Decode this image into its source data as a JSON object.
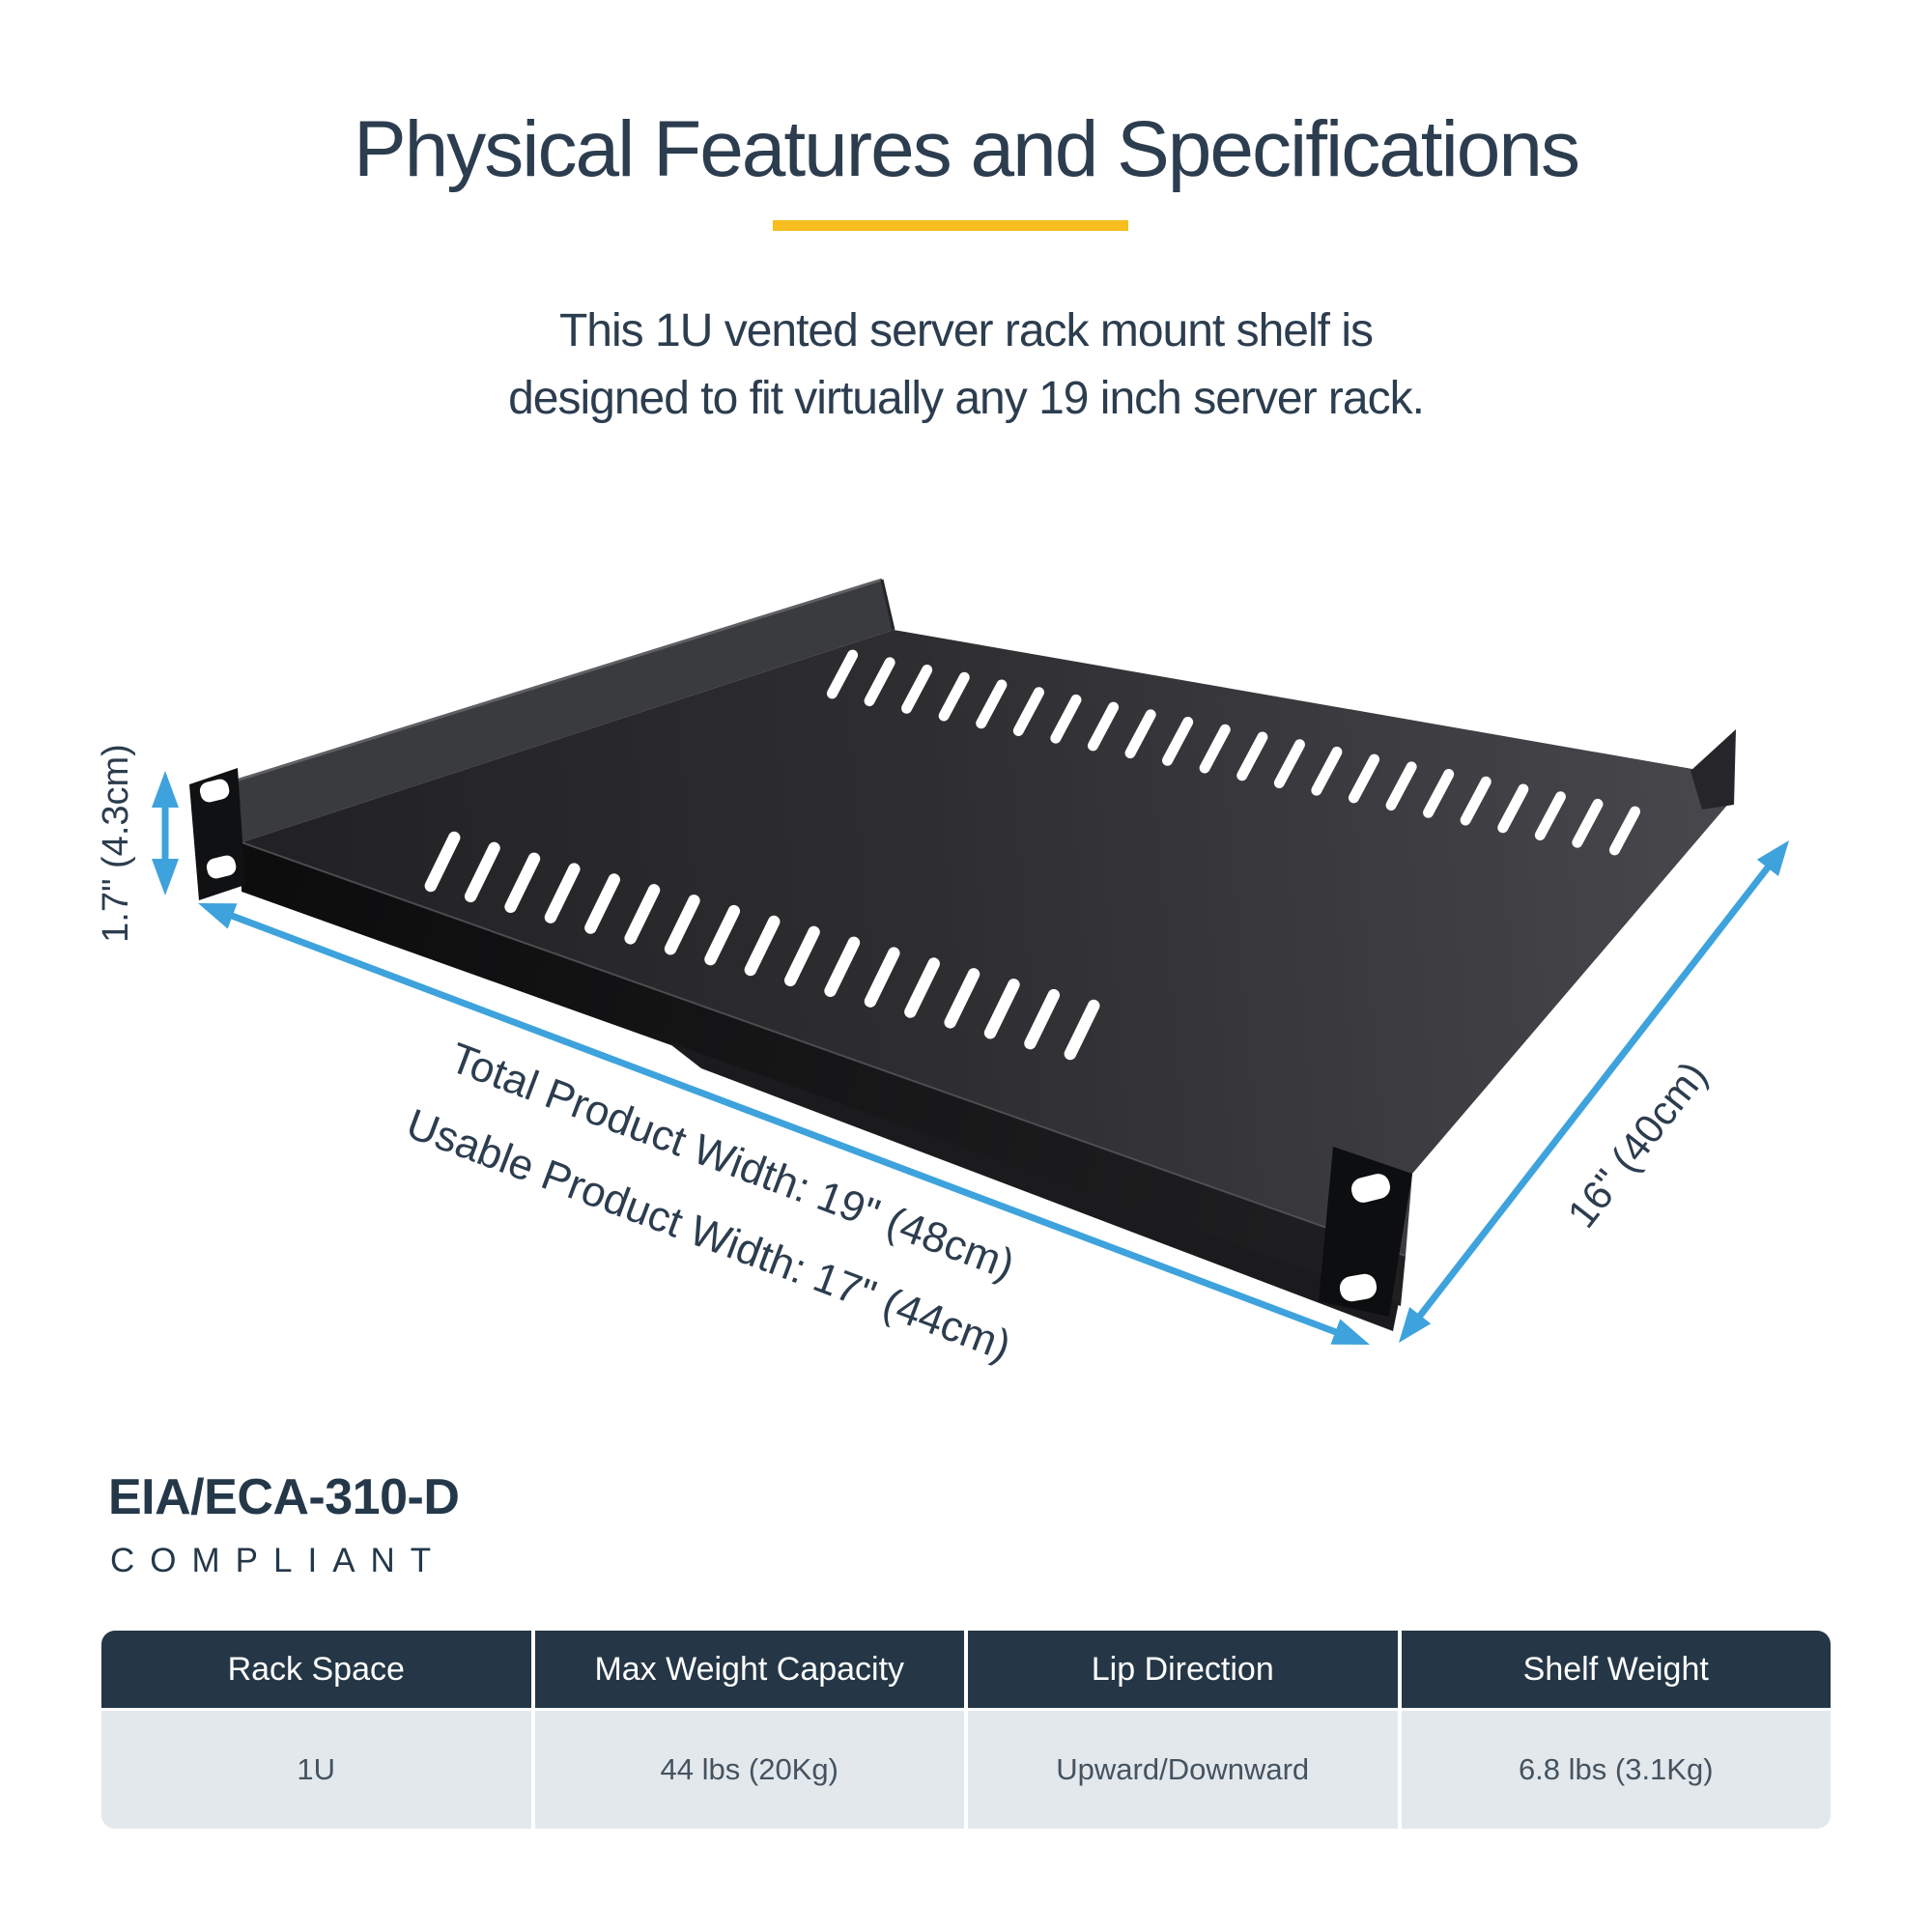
{
  "title": "Physical Features and Specifications",
  "intro": {
    "line1": "This 1U vented server rack mount shelf is",
    "line2": "designed to fit virtually any 19 inch server rack."
  },
  "dimensions": {
    "height": "1.7\" (4.3cm)",
    "total_width": "Total Product Width: 19\" (48cm)",
    "usable_width": "Usable Product Width: 17\" (44cm)",
    "depth": "16\" (40cm)"
  },
  "compliance": {
    "standard": "EIA/ECA-310-D",
    "label": "COMPLIANT"
  },
  "spec_table": {
    "columns": [
      {
        "header": "Rack Space",
        "value": "1U"
      },
      {
        "header": "Max Weight Capacity",
        "value": "44 lbs (20Kg)"
      },
      {
        "header": "Lip Direction",
        "value": "Upward/Downward"
      },
      {
        "header": "Shelf Weight",
        "value": "6.8 lbs (3.1Kg)"
      }
    ]
  },
  "colors": {
    "accent_yellow": "#F6BE1E",
    "accent_blue": "#3EA2DC",
    "navy_text": "#2C3D4F",
    "table_header_bg": "#253746",
    "table_row_bg": "#E3E8ED"
  }
}
